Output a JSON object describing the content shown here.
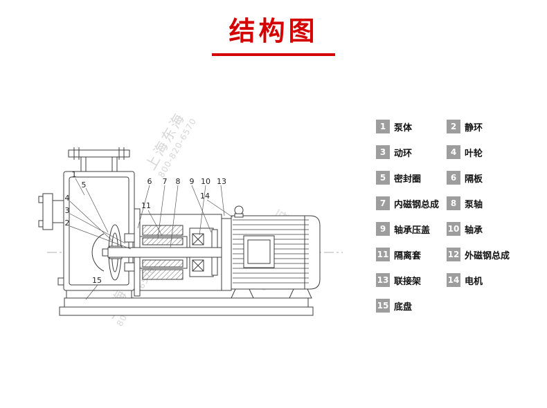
{
  "title": {
    "text": "结构图"
  },
  "watermark": {
    "name": "上海东海",
    "phone": "800-820-6570"
  },
  "legend": {
    "items": [
      {
        "num": "1",
        "label": "泵体"
      },
      {
        "num": "2",
        "label": "静环"
      },
      {
        "num": "3",
        "label": "动环"
      },
      {
        "num": "4",
        "label": "叶轮"
      },
      {
        "num": "5",
        "label": "密封圈"
      },
      {
        "num": "6",
        "label": "隔板"
      },
      {
        "num": "7",
        "label": "内磁钢总成"
      },
      {
        "num": "8",
        "label": "泵轴"
      },
      {
        "num": "9",
        "label": "轴承压盖"
      },
      {
        "num": "10",
        "label": "轴承"
      },
      {
        "num": "11",
        "label": "隔离套"
      },
      {
        "num": "12",
        "label": "外磁钢总成"
      },
      {
        "num": "13",
        "label": "联接架"
      },
      {
        "num": "14",
        "label": "电机"
      },
      {
        "num": "15",
        "label": "底盘"
      }
    ]
  },
  "callouts": {
    "n1": "1",
    "n2": "2",
    "n3": "3",
    "n4": "4",
    "n5": "5",
    "n6": "6",
    "n7": "7",
    "n8": "8",
    "n9": "9",
    "n10": "10",
    "n11": "11",
    "n13": "13",
    "n14": "14",
    "n15": "15"
  }
}
